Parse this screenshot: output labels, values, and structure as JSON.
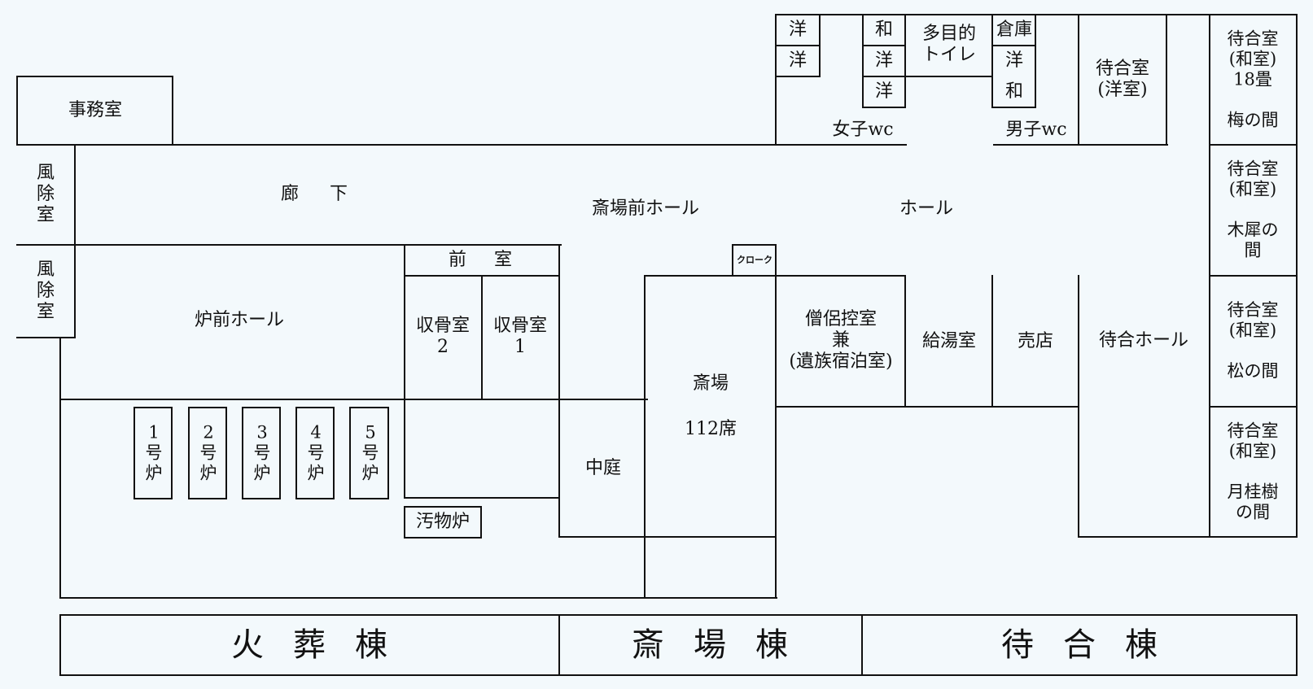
{
  "rooms": {
    "office": "事務室",
    "windbreak_1": "風\n除\n室",
    "windbreak_2": "風\n除\n室",
    "corridor": "廊　下",
    "front_hall": "斎場前ホール",
    "hall": "ホール",
    "anteroom": "前　室",
    "furnace_hall": "炉前ホール",
    "bone_room_2": "収骨室\n2",
    "bone_room_1": "収骨室\n1",
    "cloak": "クローク",
    "funeral_hall": "斎場",
    "funeral_hall_seats": "112席",
    "monk_room": "僧侶控室\n兼\n(遺族宿泊室)",
    "kitchenette": "給湯室",
    "shop": "売店",
    "waiting_hall": "待合ホール",
    "courtyard": "中庭",
    "waste_furnace": "汚物炉",
    "furnaces": [
      "1\n号\n炉",
      "2\n号\n炉",
      "3\n号\n炉",
      "4\n号\n炉",
      "5\n号\n炉"
    ],
    "wc_women": "女子wc",
    "wc_men": "男子wc",
    "multipurpose_toilet": "多目的\nトイレ",
    "storage": "倉庫",
    "stall_western": "洋",
    "stall_japanese": "和",
    "waiting_western": "待合室\n(洋室)",
    "waiting_ume": "待合室\n(和室)\n18畳\n\n梅の間",
    "waiting_mokusei": "待合室\n(和室)\n\n木犀の\n間",
    "waiting_matsu": "待合室\n(和室)\n\n松の間",
    "waiting_gekkeiju": "待合室\n(和室)\n\n月桂樹\nの間"
  },
  "buildings": {
    "crematorium": "火葬棟",
    "funeral": "斎場棟",
    "waiting": "待合棟"
  }
}
